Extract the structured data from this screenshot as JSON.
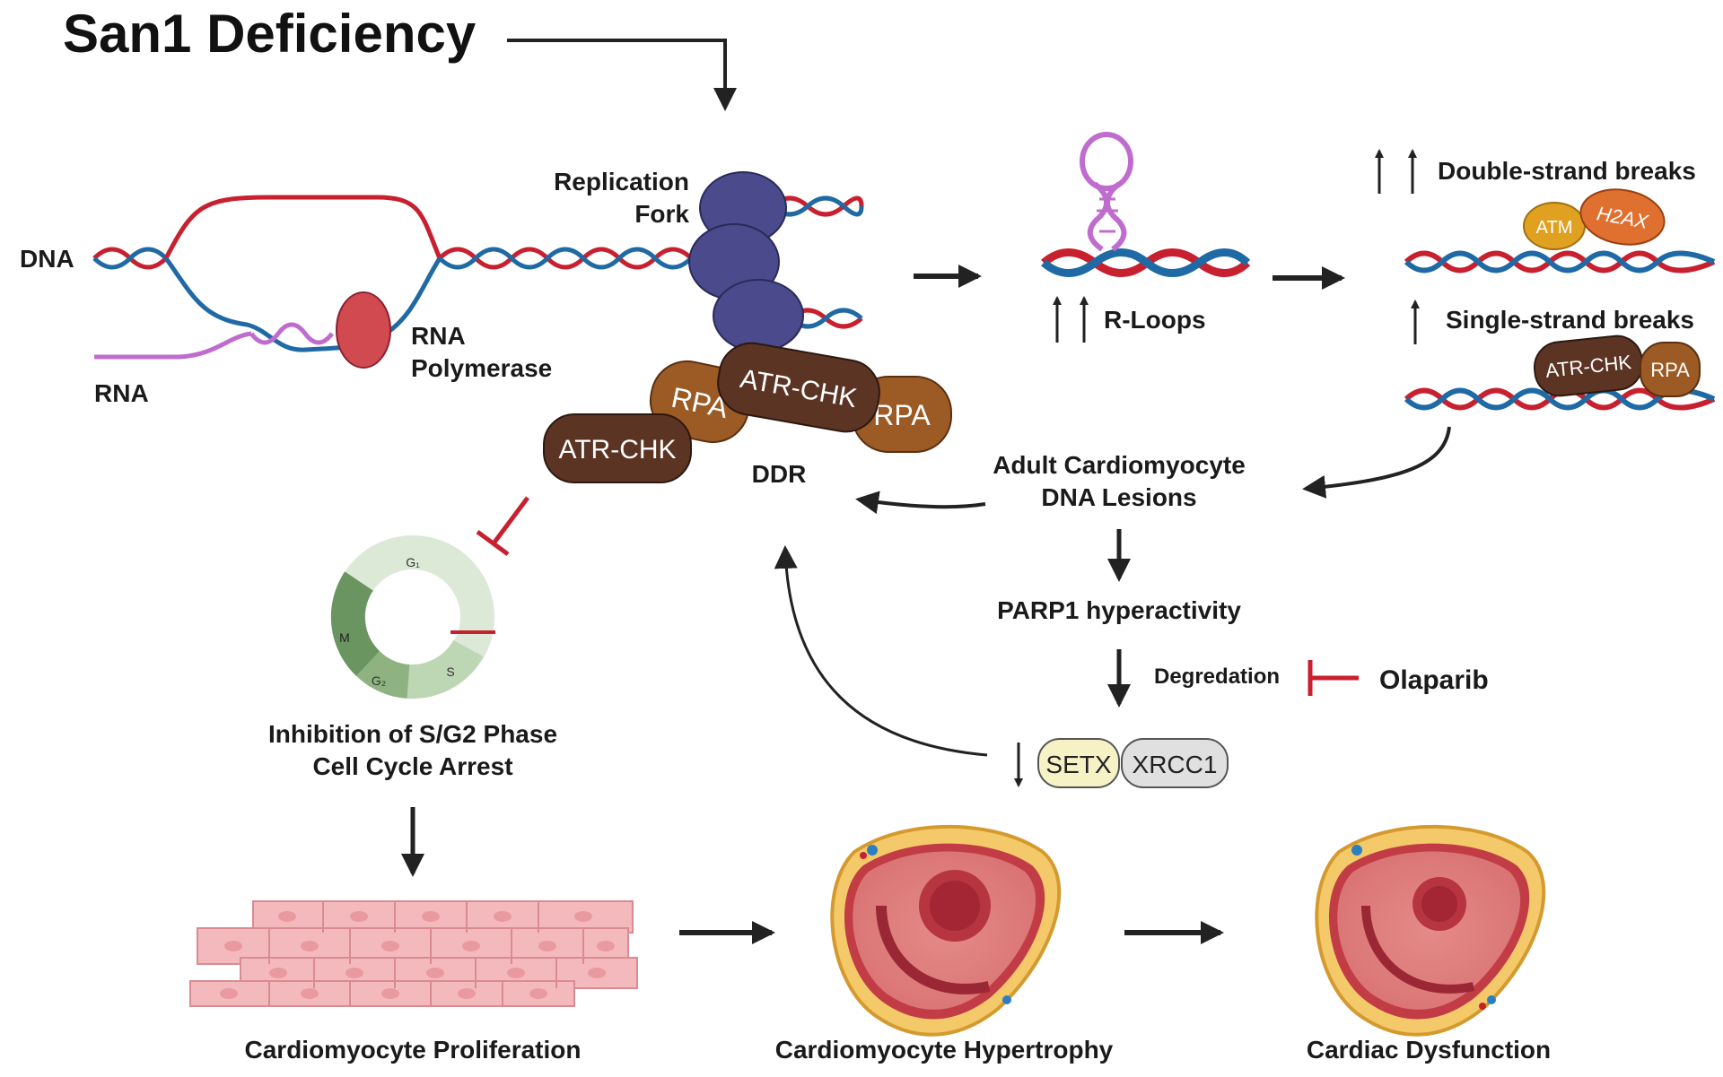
{
  "title": "San1 Deficiency",
  "labels": {
    "dna": "DNA",
    "rna": "RNA",
    "rna_polymerase_1": "RNA",
    "rna_polymerase_2": "Polymerase",
    "replication_fork_1": "Replication",
    "replication_fork_2": "Fork",
    "ddr": "DDR",
    "r_loops": "R-Loops",
    "double_strand_breaks": "Double-strand breaks",
    "single_strand_breaks": "Single-strand breaks",
    "adult_cm_1": "Adult Cardiomyocyte",
    "adult_cm_2": "DNA Lesions",
    "parp1": "PARP1 hyperactivity",
    "degredation": "Degredation",
    "olaparib": "Olaparib",
    "inhibition_1": "Inhibition of S/G2 Phase",
    "inhibition_2": "Cell Cycle Arrest",
    "proliferation": "Cardiomyocyte Proliferation",
    "hypertrophy": "Cardiomyocyte Hypertrophy",
    "dysfunction": "Cardiac Dysfunction"
  },
  "proteins": {
    "rpa": "RPA",
    "atr_chk": "ATR-CHK",
    "atm": "ATM",
    "h2ax": "H2AX",
    "setx": "SETX",
    "xrcc1": "XRCC1"
  },
  "cell_cycle": {
    "g1": "G₁",
    "s": "S",
    "g2": "G₂",
    "m": "M"
  },
  "colors": {
    "dna_red": "#c8202f",
    "dna_blue": "#1f6aa5",
    "rna_purple": "#c06ccf",
    "polymerase": "#d04a50",
    "fork_protein": "#4a4a8c",
    "rpa": "#9c5a24",
    "atr_chk": "#5b3424",
    "atm": "#e0a020",
    "h2ax": "#e07030",
    "setx": "#f7f2c6",
    "xrcc1": "#e0e0e0",
    "inhibit": "#c8202f"
  }
}
